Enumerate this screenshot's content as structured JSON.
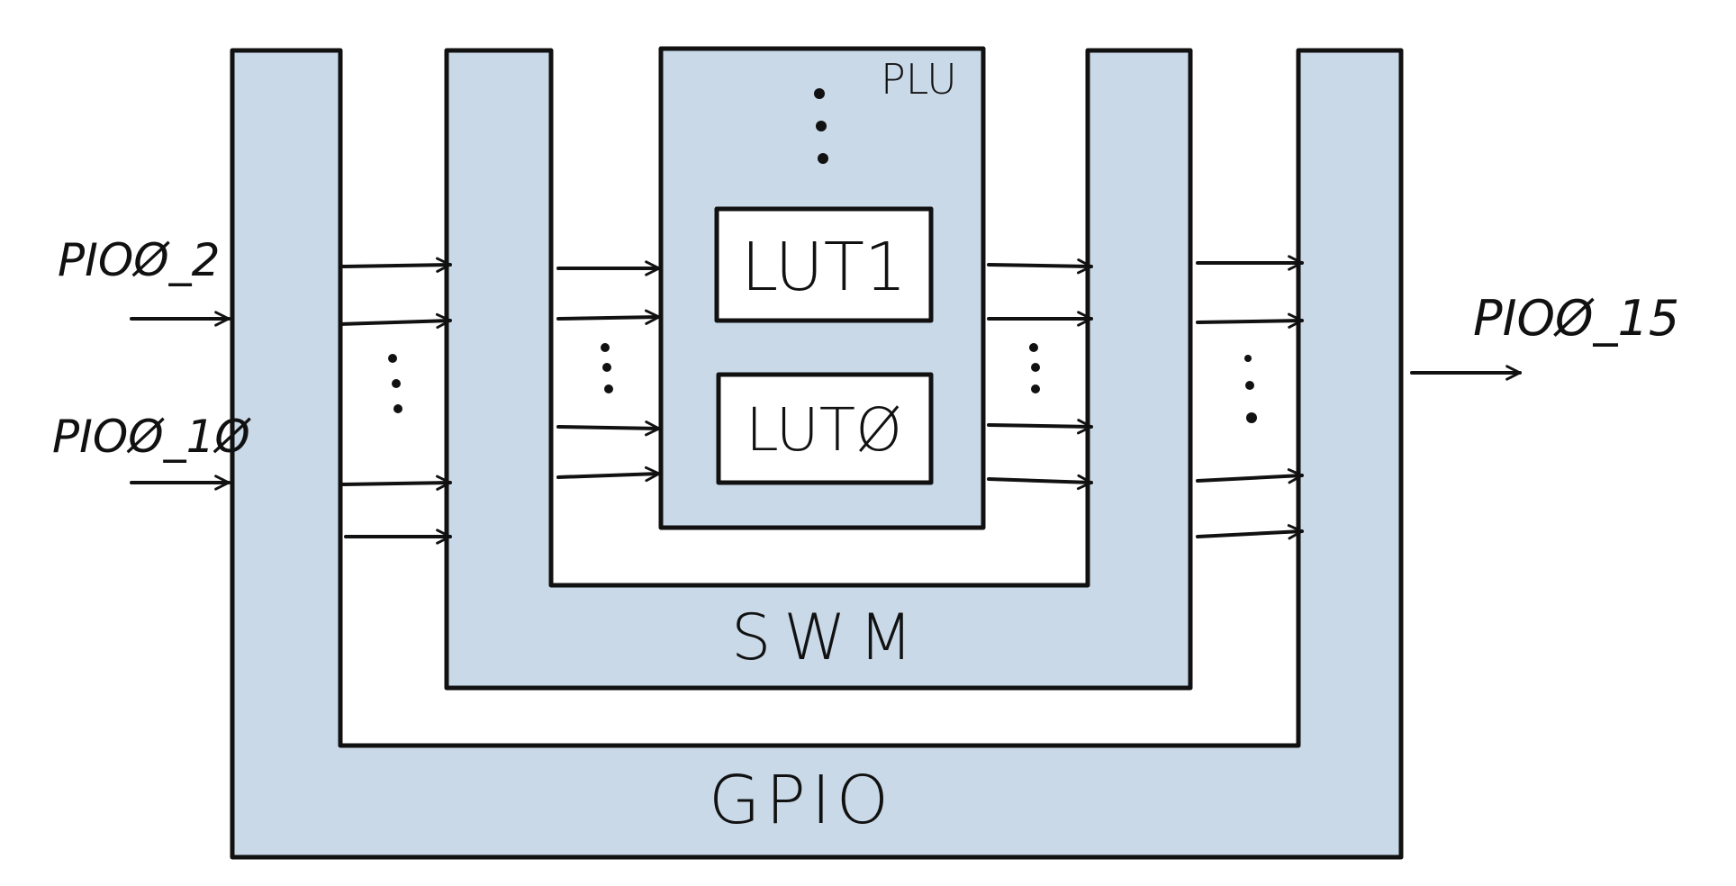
{
  "diagram": {
    "colors": {
      "block_fill": "#c9d9e8",
      "stroke": "#111111",
      "lut_fill": "#ffffff",
      "background": "#ffffff"
    },
    "labels": {
      "gpio": "GPIO",
      "swm": "SWM",
      "plu": "PLU",
      "lut1": "LUT1",
      "lut0": "LUTØ",
      "input_top": "PIOØ_2",
      "input_bottom": "PIOØ_1Ø",
      "output": "PIOØ_15"
    }
  }
}
